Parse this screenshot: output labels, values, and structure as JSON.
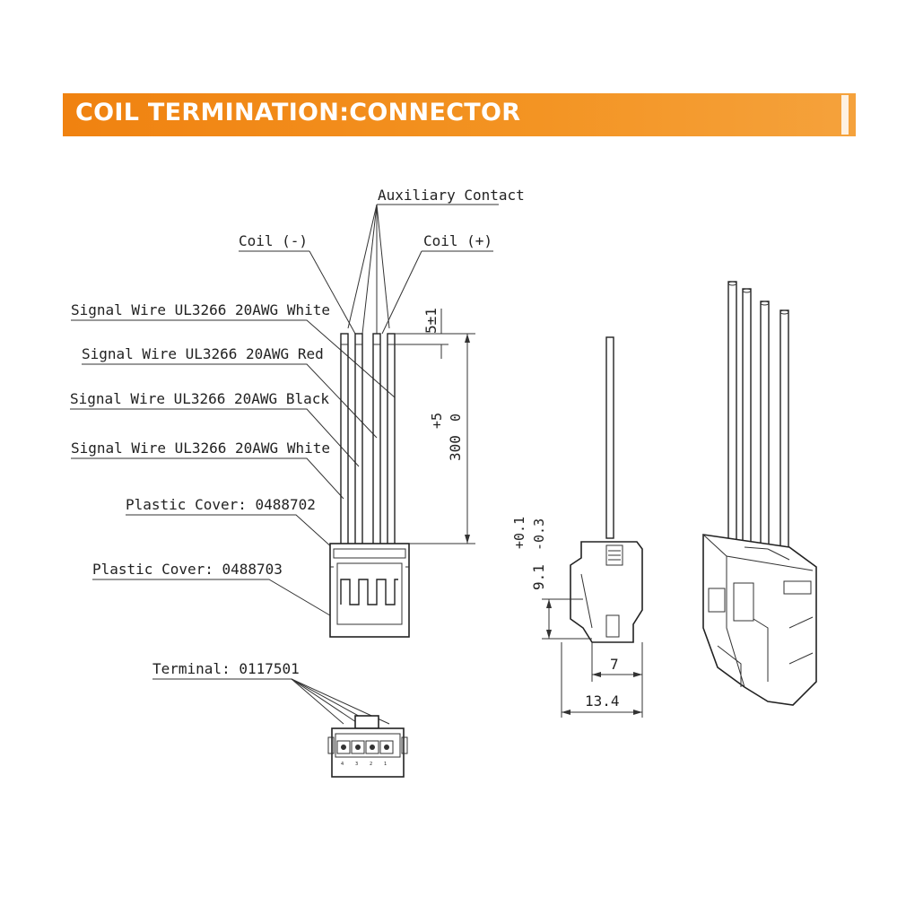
{
  "banner": {
    "title": "COIL TERMINATION:CONNECTOR",
    "color": "#f08210"
  },
  "labels": {
    "auxiliary_contact": "Auxiliary Contact",
    "coil_minus": "Coil (-)",
    "coil_plus": "Coil (+)",
    "wire_white_1": "Signal Wire UL3266 20AWG White",
    "wire_red": "Signal Wire UL3266 20AWG Red",
    "wire_black": "Signal Wire UL3266 20AWG Black",
    "wire_white_2": "Signal Wire UL3266 20AWG White",
    "cover_1": "Plastic Cover: 0488702",
    "cover_2": "Plastic Cover: 0488703",
    "terminal": "Terminal: 0117501"
  },
  "dimensions": {
    "strip_length": "5±1",
    "wire_length": "300",
    "wire_tol_upper": "+5",
    "wire_tol_lower": "0",
    "height": "9.1",
    "height_tol_upper": "+0.1",
    "height_tol_lower": "-0.3",
    "width_small": "7",
    "width_total": "13.4"
  },
  "pin_numbers": [
    "4",
    "3",
    "2",
    "1"
  ]
}
